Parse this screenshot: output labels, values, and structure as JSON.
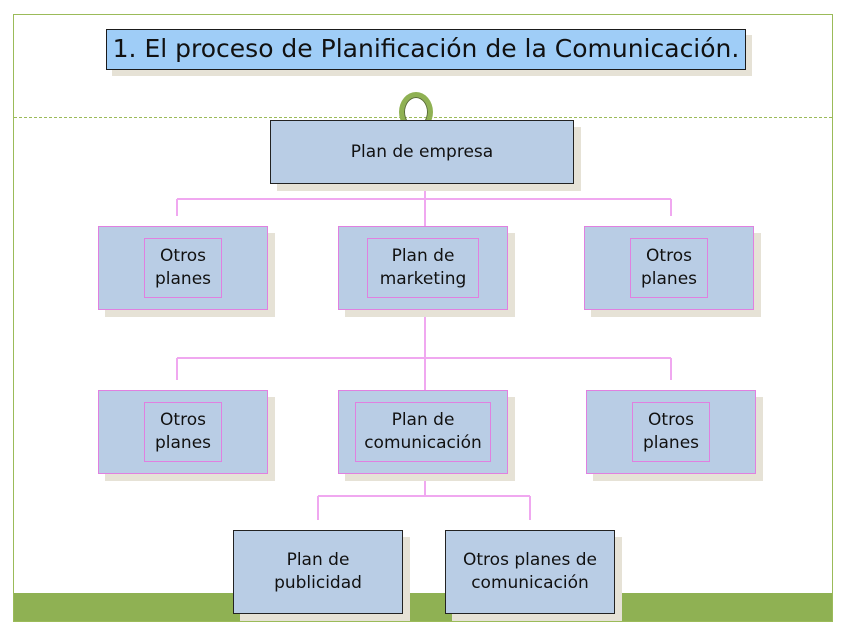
{
  "title": "1. El proceso de Planificación de la Comunicación.",
  "nodes": {
    "plan_empresa": "Plan de empresa",
    "otros_1": "Otros\nplanes",
    "plan_marketing": "Plan de\nmarketing",
    "otros_2": "Otros\nplanes",
    "otros_3": "Otros\nplanes",
    "plan_comunicacion": "Plan de\ncomunicación",
    "otros_4": "Otros\nplanes",
    "plan_publicidad": "Plan de\npublicidad",
    "otros_planes_comunicacion": "Otros planes de\ncomunicación"
  },
  "colors": {
    "accent_green": "#8fb153",
    "title_fill": "#9fcdf7",
    "node_fill": "#b9cde5",
    "connector": "#f0a8f0",
    "shadow": "#e6e2d6"
  }
}
